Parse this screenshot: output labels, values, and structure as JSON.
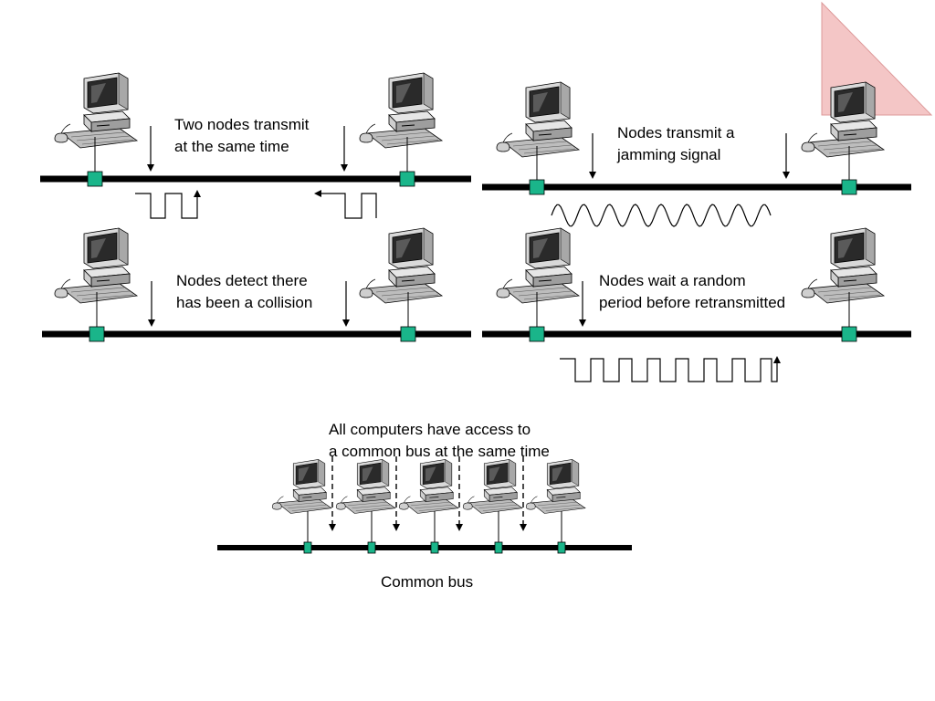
{
  "colors": {
    "bus": "#000000",
    "connector": "#1ab58a",
    "page_corner": "#f4c6c6",
    "monitor_dark": "#2a2a2a",
    "monitor_light": "#d9d9d9"
  },
  "icons": [
    "computer-icon",
    "bus-connector",
    "square-wave",
    "sine-wave",
    "arrow-down"
  ],
  "panels": {
    "transmit": {
      "caption_line1": "Two nodes transmit",
      "caption_line2": "at the same time"
    },
    "jam": {
      "caption_line1": "Nodes transmit a",
      "caption_line2": "jamming signal"
    },
    "detect": {
      "caption_line1": "Nodes detect there",
      "caption_line2": "has been a collision"
    },
    "wait": {
      "caption_line1": "Nodes wait a random",
      "caption_line2": "period before retransmitted"
    },
    "common": {
      "caption_line1": "All computers have access to",
      "caption_line2": "a common bus at the same time",
      "bus_label": "Common bus"
    }
  }
}
